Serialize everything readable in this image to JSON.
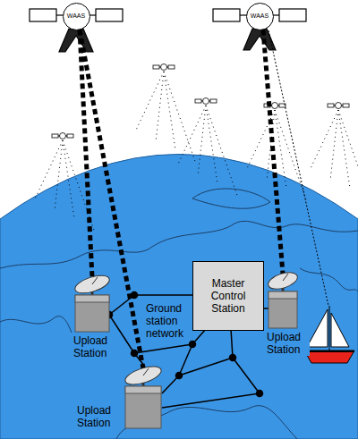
{
  "diagram": {
    "nodes": [
      {
        "text": [
          "WAAS"
        ]
      },
      {
        "text": [
          "WAAS"
        ]
      },
      {
        "text": [
          "Upload Station"
        ]
      },
      {
        "text": [
          "Master Control Station"
        ]
      },
      {
        "text": [
          "Upload Station"
        ]
      },
      {
        "text": [
          "Upload Station"
        ]
      }
    ],
    "edges": [
      {
        "from": 0,
        "to": 2,
        "arrow": "none"
      },
      {
        "from": 0,
        "to": 5,
        "arrow": "none"
      },
      {
        "from": 1,
        "to": 4,
        "arrow": "none"
      }
    ],
    "labels": [
      "Ground station network"
    ]
  }
}
